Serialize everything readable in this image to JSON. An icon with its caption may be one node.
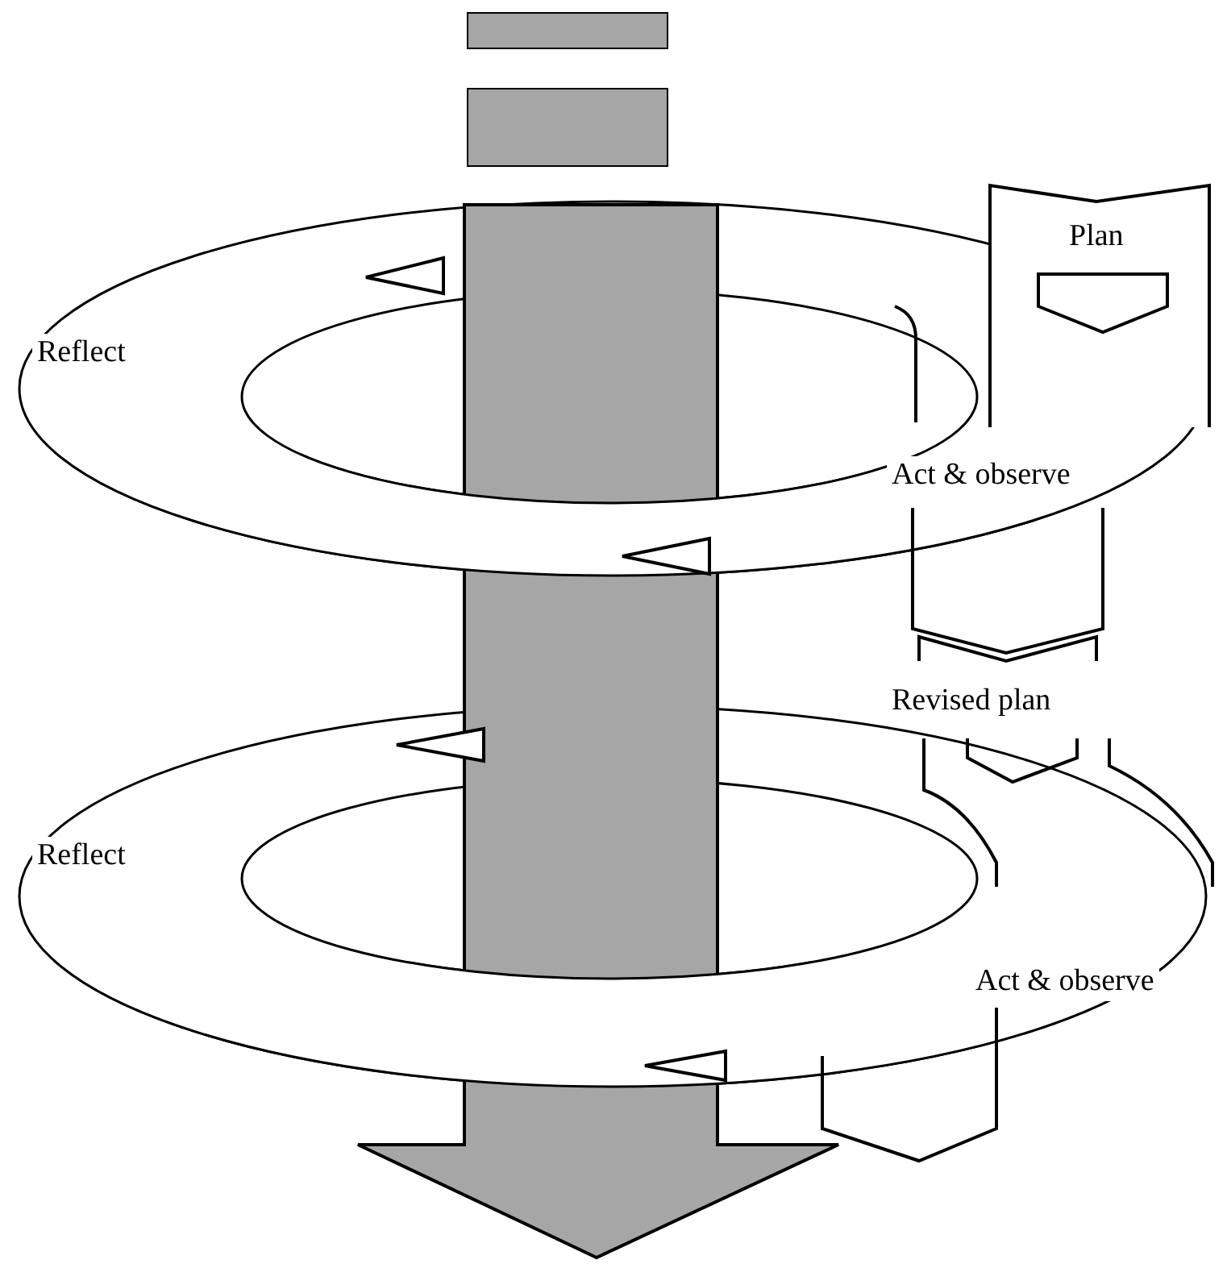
{
  "diagram": {
    "labels": [
      "Plan",
      "Reflect",
      "Act & observe",
      "Revised plan",
      "Reflect",
      "Act & observe"
    ]
  }
}
